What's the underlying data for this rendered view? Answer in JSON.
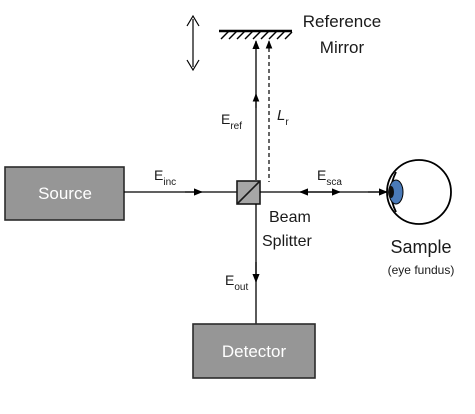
{
  "labels": {
    "reference_mirror_line1": "Reference",
    "reference_mirror_line2": "Mirror",
    "e_ref_main": "E",
    "e_ref_sub": "ref",
    "l_r_main": "L",
    "l_r_sub": "r",
    "e_inc_main": "E",
    "e_inc_sub": "inc",
    "e_sca_main": "E",
    "e_sca_sub": "sca",
    "beam_splitter_line1": "Beam",
    "beam_splitter_line2": "Splitter",
    "sample": "Sample",
    "sample_sub": "(eye fundus)",
    "e_out_main": "E",
    "e_out_sub": "out"
  },
  "boxes": {
    "source": "Source",
    "detector": "Detector"
  },
  "colors": {
    "box_fill": "#969696",
    "box_stroke": "#2b2b2b",
    "splitter_fill": "#a6a6a6",
    "iris": "#4a7ab8",
    "pupil": "#0f0f0f"
  }
}
